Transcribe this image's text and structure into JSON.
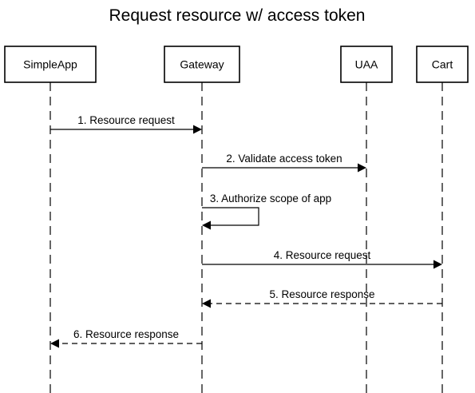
{
  "diagram": {
    "title": "Request resource w/ access token",
    "participants": [
      {
        "id": "simpleapp",
        "label": "SimpleApp"
      },
      {
        "id": "gateway",
        "label": "Gateway"
      },
      {
        "id": "uaa",
        "label": "UAA"
      },
      {
        "id": "cart",
        "label": "Cart"
      }
    ],
    "messages": [
      {
        "from": "simpleapp",
        "to": "gateway",
        "label": "1. Resource request",
        "style": "solid"
      },
      {
        "from": "gateway",
        "to": "uaa",
        "label": "2. Validate access token",
        "style": "solid"
      },
      {
        "from": "gateway",
        "to": "gateway",
        "label": "3. Authorize scope of app",
        "style": "solid"
      },
      {
        "from": "gateway",
        "to": "cart",
        "label": "4. Resource request",
        "style": "solid"
      },
      {
        "from": "cart",
        "to": "gateway",
        "label": "5. Resource response",
        "style": "dashed"
      },
      {
        "from": "gateway",
        "to": "simpleapp",
        "label": "6. Resource response",
        "style": "dashed"
      }
    ]
  }
}
